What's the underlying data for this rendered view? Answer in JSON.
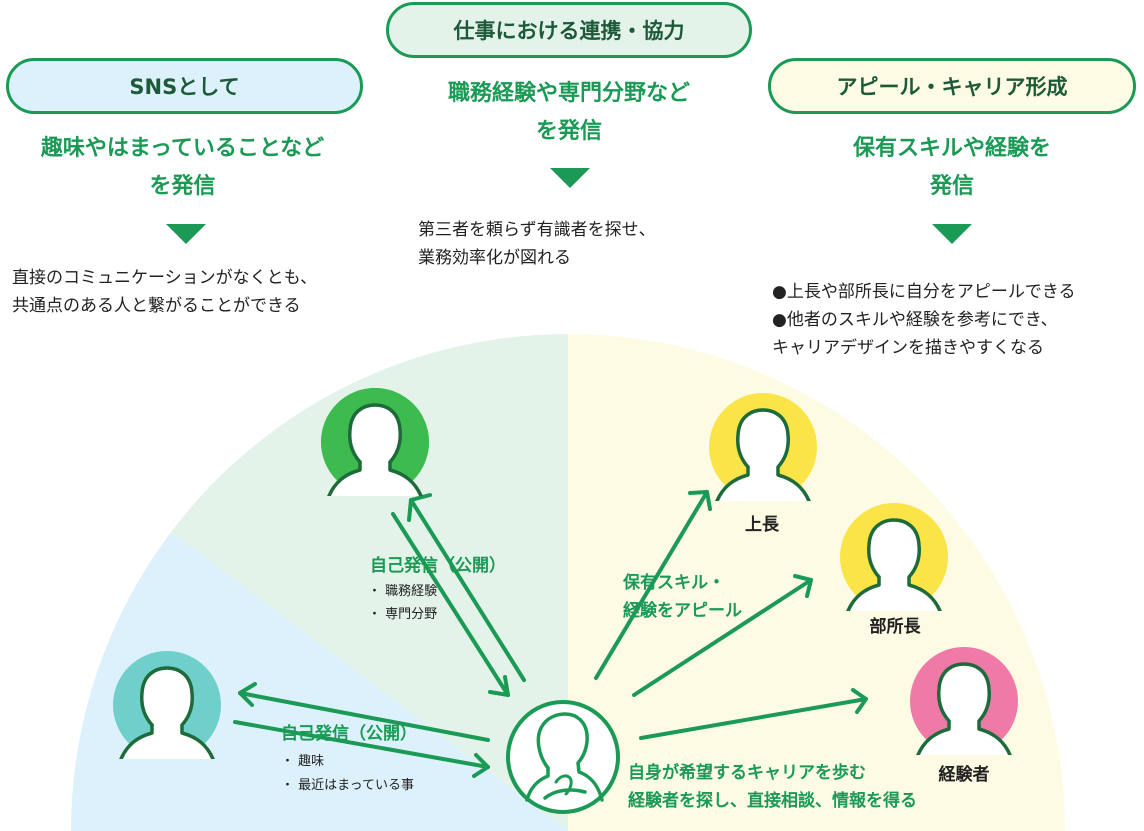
{
  "categories": {
    "left": {
      "title": "SNSとして",
      "headline": "趣味やはまっていることなど\nを発信",
      "body": "直接のコミュニケーションがなくとも、\n共通点のある人と繋がることができる"
    },
    "center": {
      "title": "仕事における連携・協力",
      "headline": "職務経験や専門分野など\nを発信",
      "body": "第三者を頼らず有識者を探せ、\n業務効率化が図れる"
    },
    "right": {
      "title": "アピール・キャリア形成",
      "headline": "保有スキルや経験を\n発信",
      "body": "●上長や部所長に自分をアピールできる\n●他者のスキルや経験を参考にでき、\nキャリアデザインを描きやすくなる"
    }
  },
  "diagram": {
    "self_disclosure_work": {
      "label": "自己発信（公開）",
      "items": [
        "・ 職務経験",
        "・ 専門分野"
      ]
    },
    "self_disclosure_hobby": {
      "label": "自己発信（公開）",
      "items": [
        "・ 趣味",
        "・ 最近はまっている事"
      ]
    },
    "appeal_label_1": "保有スキル・",
    "appeal_label_2": "経験をアピール",
    "career_label_1": "自身が希望するキャリアを歩む",
    "career_label_2": "経験者を探し、直接相談、情報を得る",
    "roles": {
      "boss": "上長",
      "director": "部所長",
      "experienced": "経験者"
    }
  },
  "colors": {
    "accent": "#1a9a55",
    "blue_zone": "#dcf1fb",
    "green_zone": "#e3f3ea",
    "yellow_zone": "#fdfbe3",
    "avatar_green": "#3dbb4e",
    "avatar_teal": "#6fcfcb",
    "avatar_yellow": "#fbe447",
    "avatar_pink": "#f07aa7"
  }
}
